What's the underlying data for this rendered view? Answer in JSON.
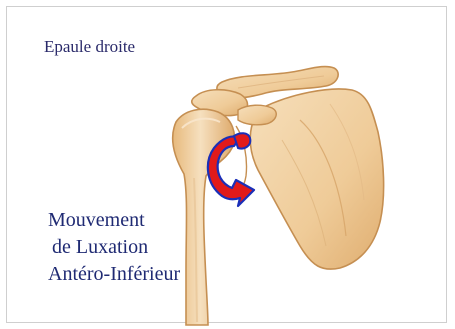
{
  "figure": {
    "title": "Epaule droite",
    "caption_lines": [
      "Mouvement",
      "de Luxation",
      "Antéro-Inférieur"
    ],
    "icons": {
      "arrow": "curved-arrow-icon",
      "bone": "shoulder-bones-icon"
    },
    "colors": {
      "bone_fill": "#f0d1a4",
      "bone_shade": "#d9a86c",
      "bone_outline": "#c58f52",
      "arrow_fill": "#e11a1a",
      "arrow_outline": "#1a2fb8",
      "text": "#1f2a73"
    }
  }
}
